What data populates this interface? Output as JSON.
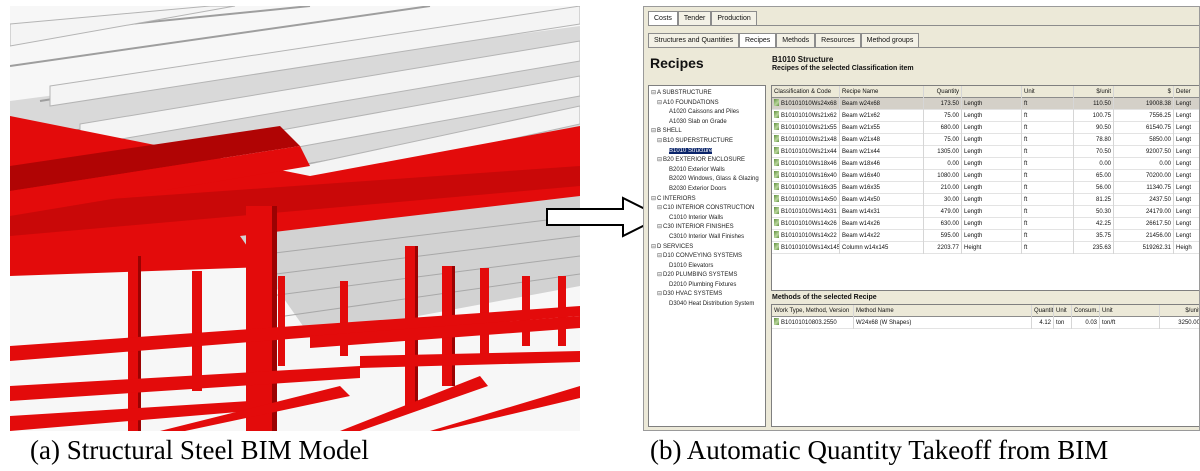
{
  "captions": {
    "a": "(a)  Structural Steel BIM Model",
    "b": "(b) Automatic Quantity Takeoff from BIM"
  },
  "colors": {
    "steel_red": "#e30b0b",
    "joist_white": "#e6e6e6",
    "selection": "#0a246a"
  },
  "app": {
    "tabs_top": [
      "Costs",
      "Tender",
      "Production"
    ],
    "tabs_sub": [
      "Structures and Quantities",
      "Recipes",
      "Methods",
      "Resources",
      "Method groups"
    ],
    "recipes_title": "Recipes",
    "structure_title": "B1010 Structure",
    "structure_subtitle": "Recipes of the selected Classification item",
    "tree": [
      {
        "label": "A SUBSTRUCTURE",
        "level": 0,
        "exp": "⊟",
        "selected": false
      },
      {
        "label": "A10 FOUNDATIONS",
        "level": 1,
        "exp": "⊟",
        "selected": false
      },
      {
        "label": "A1020 Caissons and Piles",
        "level": 2,
        "exp": "",
        "selected": false
      },
      {
        "label": "A1030 Slab on Grade",
        "level": 2,
        "exp": "",
        "selected": false
      },
      {
        "label": "B SHELL",
        "level": 0,
        "exp": "⊟",
        "selected": false
      },
      {
        "label": "B10 SUPERSTRUCTURE",
        "level": 1,
        "exp": "⊟",
        "selected": false
      },
      {
        "label": "B1010 Structure",
        "level": 2,
        "exp": "",
        "selected": true
      },
      {
        "label": "B20 EXTERIOR ENCLOSURE",
        "level": 1,
        "exp": "⊟",
        "selected": false
      },
      {
        "label": "B2010 Exterior Walls",
        "level": 2,
        "exp": "",
        "selected": false
      },
      {
        "label": "B2020 Windows, Glass & Glazing",
        "level": 2,
        "exp": "",
        "selected": false
      },
      {
        "label": "B2030 Exterior Doors",
        "level": 2,
        "exp": "",
        "selected": false
      },
      {
        "label": "C INTERIORS",
        "level": 0,
        "exp": "⊟",
        "selected": false
      },
      {
        "label": "C10 INTERIOR CONSTRUCTION",
        "level": 1,
        "exp": "⊟",
        "selected": false
      },
      {
        "label": "C1010 Interior Walls",
        "level": 2,
        "exp": "",
        "selected": false
      },
      {
        "label": "C30 INTERIOR FINISHES",
        "level": 1,
        "exp": "⊟",
        "selected": false
      },
      {
        "label": "C3010 Interior Wall Finishes",
        "level": 2,
        "exp": "",
        "selected": false
      },
      {
        "label": "D SERVICES",
        "level": 0,
        "exp": "⊟",
        "selected": false
      },
      {
        "label": "D10 CONVEYING SYSTEMS",
        "level": 1,
        "exp": "⊟",
        "selected": false
      },
      {
        "label": "D1010 Elevators",
        "level": 2,
        "exp": "",
        "selected": false
      },
      {
        "label": "D20 PLUMBING SYSTEMS",
        "level": 1,
        "exp": "⊟",
        "selected": false
      },
      {
        "label": "D2010 Plumbing Fixtures",
        "level": 2,
        "exp": "",
        "selected": false
      },
      {
        "label": "D30 HVAC SYSTEMS",
        "level": 1,
        "exp": "⊟",
        "selected": false
      },
      {
        "label": "D3040 Heat Distribution System",
        "level": 2,
        "exp": "",
        "selected": false
      }
    ],
    "recipes_headers": [
      "Classification & Code",
      "Recipe Name",
      "Quantity",
      "",
      "Unit",
      "$/unit",
      "$",
      "Deter"
    ],
    "recipes_rows": [
      [
        "B10101010Ws24x68",
        "Beam w24x68",
        "173.50",
        "Length",
        "ft",
        "110.50",
        "19008.38",
        "Lengt"
      ],
      [
        "B10101010Ws21x62",
        "Beam w21x62",
        "75.00",
        "Length",
        "ft",
        "100.75",
        "7556.25",
        "Lengt"
      ],
      [
        "B10101010Ws21x55",
        "Beam w21x55",
        "680.00",
        "Length",
        "ft",
        "90.50",
        "61540.75",
        "Lengt"
      ],
      [
        "B10101010Ws21x48",
        "Beam w21x48",
        "75.00",
        "Length",
        "ft",
        "78.80",
        "5850.00",
        "Lengt"
      ],
      [
        "B10101010Ws21x44",
        "Beam w21x44",
        "1305.00",
        "Length",
        "ft",
        "70.50",
        "92007.50",
        "Lengt"
      ],
      [
        "B10101010Ws18x46",
        "Beam w18x46",
        "0.00",
        "Length",
        "ft",
        "0.00",
        "0.00",
        "Lengt"
      ],
      [
        "B10101010Ws16x40",
        "Beam w16x40",
        "1080.00",
        "Length",
        "ft",
        "65.00",
        "70200.00",
        "Lengt"
      ],
      [
        "B10101010Ws16x35",
        "Beam w16x35",
        "210.00",
        "Length",
        "ft",
        "56.00",
        "11340.75",
        "Lengt"
      ],
      [
        "B10101010Ws14x50",
        "Beam w14x50",
        "30.00",
        "Length",
        "ft",
        "81.25",
        "2437.50",
        "Lengt"
      ],
      [
        "B10101010Ws14x31",
        "Beam w14x31",
        "479.00",
        "Length",
        "ft",
        "50.30",
        "24179.00",
        "Lengt"
      ],
      [
        "B10101010Ws14x26",
        "Beam w14x26",
        "630.00",
        "Length",
        "ft",
        "42.25",
        "26617.50",
        "Lengt"
      ],
      [
        "B10101010Ws14x22",
        "Beam w14x22",
        "595.00",
        "Length",
        "ft",
        "35.75",
        "21456.00",
        "Lengt"
      ],
      [
        "B10101010Ws14x145",
        "Column w14x145",
        "2203.77",
        "Height",
        "ft",
        "235.63",
        "519262.31",
        "Heigh"
      ]
    ],
    "methods_title": "Methods of the selected Recipe",
    "methods_headers": [
      "Work Type, Method, Version",
      "Method Name",
      "Quantity",
      "Unit",
      "Consum...",
      "Unit",
      "$/unit"
    ],
    "methods_rows": [
      [
        "B10101010803.2550",
        "W24x68 (W Shapes)",
        "4.12",
        "ton",
        "0.03",
        "ton/ft",
        "3250.00"
      ]
    ]
  }
}
